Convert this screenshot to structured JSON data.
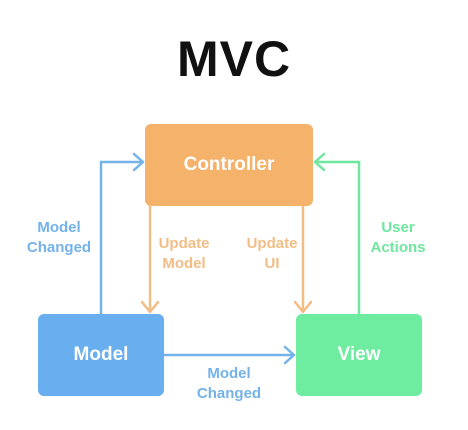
{
  "title": "MVC",
  "nodes": {
    "controller": {
      "label": "Controller",
      "color": "#F4B26A"
    },
    "model": {
      "label": "Model",
      "color": "#69AEEE"
    },
    "view": {
      "label": "View",
      "color": "#6EEDA0"
    }
  },
  "edges": {
    "model_to_controller": {
      "line1": "Model",
      "line2": "Changed",
      "color": "#74B2EA"
    },
    "controller_to_model": {
      "line1": "Update",
      "line2": "Model",
      "color": "#F2BD85"
    },
    "controller_to_view": {
      "line1": "Update",
      "line2": "UI",
      "color": "#F2BD85"
    },
    "view_to_controller": {
      "line1": "User",
      "line2": "Actions",
      "color": "#6EE69E"
    },
    "model_to_view": {
      "line1": "Model",
      "line2": "Changed",
      "color": "#74B2EA"
    }
  }
}
